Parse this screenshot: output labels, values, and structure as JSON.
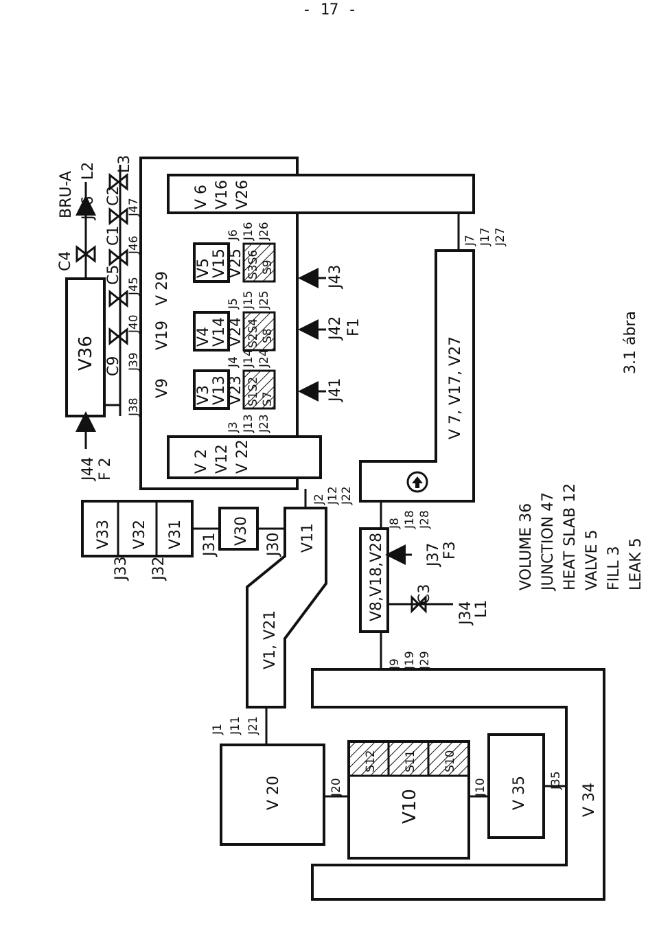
{
  "page": {
    "number": "- 17 -"
  },
  "volumes": {
    "v36": "V36",
    "v33": "V33",
    "v32": "V32",
    "v31": "V31",
    "v30": "V30",
    "v11": "V11",
    "v1_v21": "V1, V21",
    "v20": "V 20",
    "v10": "V10",
    "v35": "V 35",
    "v34": "V 34",
    "v8": "V8,V18,V28",
    "v7": "V 7, V17, V27",
    "v2": "V 2",
    "v12": "V12",
    "v22": "V 22",
    "v9": "V9",
    "v19": "V19",
    "v29": "V 29",
    "v3": "V3",
    "v13": "V13",
    "v23": "V23",
    "v4": "V4",
    "v14": "V14",
    "v24": "V24",
    "v5": "V5",
    "v15": "V15",
    "v25": "V25",
    "v6": "V 6",
    "v16": "V16",
    "v26": "V26"
  },
  "junctions": {
    "j44": "J44",
    "j38": "J38",
    "j39": "J39",
    "j40": "J40",
    "j45": "J45",
    "j46": "J46",
    "j47": "J47",
    "j36": "J36",
    "j33": "J33",
    "j32": "J32",
    "j31": "J31",
    "j30": "J30",
    "j1": "J1",
    "j11": "J11",
    "j21": "J21",
    "j2": "J2",
    "j12": "J12",
    "j22": "J22",
    "j3": "J3",
    "j13": "J13",
    "j23": "J23",
    "j4": "J4",
    "j14": "J14",
    "j24": "J24",
    "j5": "J5",
    "j15": "J15",
    "j25": "J25",
    "j6": "J6",
    "j16": "J16",
    "j26": "J26",
    "j7": "J7",
    "j17": "J17",
    "j27": "J27",
    "j8": "J8",
    "j18": "J18",
    "j28": "J28",
    "j9": "J9",
    "j19": "J19",
    "j29": "J29",
    "j10": "J10",
    "j20": "J20",
    "j35": "J35",
    "j34": "J34",
    "j37": "J37",
    "j41": "J41",
    "j42": "J42",
    "j43": "J43"
  },
  "slabs": {
    "s1s2": "S1S2",
    "s7": "S7",
    "s2s4": "S2S4",
    "s8": "S8",
    "s3s6": "S3S6",
    "s9": "S9",
    "s10": "S10",
    "s11": "S11",
    "s12": "S12"
  },
  "components": {
    "c1": "C1",
    "c2": "C2",
    "c3": "C3",
    "c4": "C4",
    "c5": "C5",
    "c9": "C9",
    "f1": "F1",
    "f2": "F 2",
    "f3": "F3",
    "l1": "L1",
    "l2": "L2",
    "l3": "L3",
    "bru_a": "BRU-A"
  },
  "summary": [
    "VOLUME 36",
    "JUNCTION 47",
    "HEAT SLAB 12",
    "VALVE 5",
    "FILL 3",
    "LEAK 5"
  ],
  "figure_caption": "3.1 ábra"
}
